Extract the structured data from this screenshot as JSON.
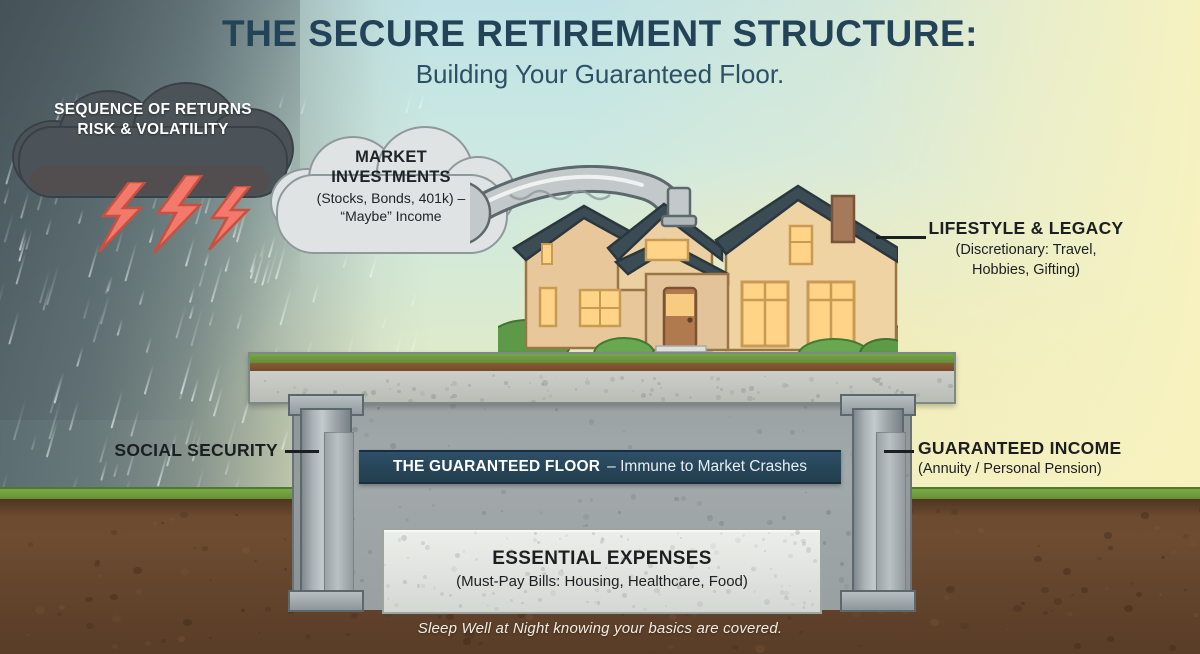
{
  "title": {
    "main": "THE SECURE RETIREMENT STRUCTURE:",
    "sub": "Building Your Guaranteed Floor."
  },
  "storm_cloud": {
    "label_line1": "SEQUENCE OF RETURNS",
    "label_line2": "RISK & VOLATILITY",
    "icon": "storm-cloud-icon",
    "bolt_icon": "lightning-bolt-icon",
    "rain_icon": "rain-icon"
  },
  "market_cloud": {
    "heading_line1": "MARKET",
    "heading_line2": "INVESTMENTS",
    "sub_line1": "(Stocks, Bonds, 401k) –",
    "sub_line2": "“Maybe” Income",
    "icon": "cloud-icon"
  },
  "pipe": {
    "icon": "flexible-pipe-icon"
  },
  "house": {
    "icon": "house-icon"
  },
  "labels": {
    "lifestyle": {
      "heading": "LIFESTYLE & LEGACY",
      "sub_line1": "(Discretionary: Travel,",
      "sub_line2": "Hobbies, Gifting)"
    },
    "social_security": {
      "heading": "SOCIAL SECURITY"
    },
    "guaranteed_income": {
      "heading": "GUARANTEED INCOME",
      "sub": "(Annuity / Personal Pension)"
    }
  },
  "floor_banner": {
    "bold": "THE GUARANTEED FLOOR",
    "normal": "– Immune to Market Crashes"
  },
  "foundation": {
    "heading": "ESSENTIAL EXPENSES",
    "sub": "(Must-Pay Bills: Housing, Healthcare, Food)"
  },
  "footer": {
    "text": "Sleep Well at Night knowing your basics are covered."
  },
  "colors": {
    "title_navy": "#234358",
    "banner_navy": "#274558",
    "storm_cloud": "#4b5358",
    "lightning": "#f2796b",
    "grass_green": "#6d9b3c",
    "soil_brown": "#6b4a2f",
    "concrete_gray": "#d2d4cf",
    "steel_gray": "#9aa2a6",
    "house_tan": "#edcd9c",
    "roof_slate": "#3c4c55",
    "window_glow": "#ffd98a",
    "sky_cyan": "#bfe2e6",
    "sky_cream": "#f2f0c4"
  }
}
